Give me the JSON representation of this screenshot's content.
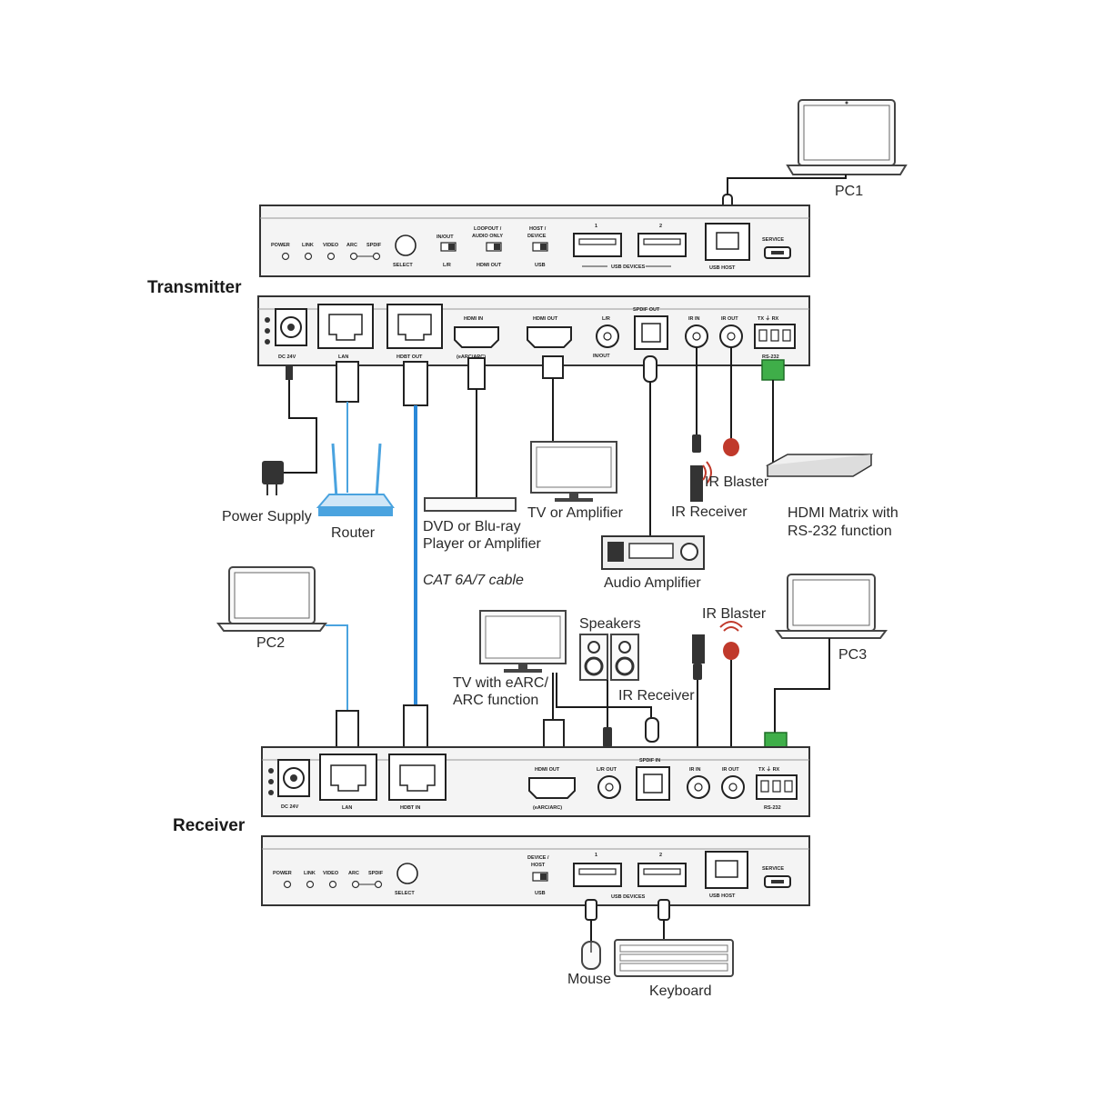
{
  "labels": {
    "transmitter": "Transmitter",
    "receiver": "Receiver",
    "pc1": "PC1",
    "pc2": "PC2",
    "pc3": "PC3",
    "power_supply": "Power Supply",
    "router": "Router",
    "dvd_line1": "DVD or Blu-ray",
    "dvd_line2": "Player or Amplifier",
    "tv_amp": "TV or Amplifier",
    "ir_receiver_tx": "IR Receiver",
    "ir_blaster_tx": "IR Blaster",
    "hdmi_matrix_line1": "HDMI Matrix with",
    "hdmi_matrix_line2": "RS-232 function",
    "audio_amp": "Audio Amplifier",
    "cat_cable": "CAT 6A/7 cable",
    "speakers": "Speakers",
    "ir_blaster_rx": "IR Blaster",
    "tv_earc_line1": "TV with eARC/",
    "tv_earc_line2": "ARC function",
    "ir_receiver_rx": "IR Receiver",
    "mouse": "Mouse",
    "keyboard": "Keyboard"
  },
  "tx_front": {
    "leds": [
      "POWER",
      "LINK",
      "VIDEO",
      "ARC",
      "SPDIF"
    ],
    "select": "SELECT",
    "switch1_top": "IN/OUT",
    "switch1_bottom": "L/R",
    "switch2_top1": "LOOPOUT /",
    "switch2_top2": "AUDIO ONLY",
    "switch2_bottom": "HDMI OUT",
    "switch3_top1": "HOST /",
    "switch3_top2": "DEVICE",
    "switch3_bottom": "USB",
    "usb1": "1",
    "usb2": "2",
    "usb_devices": "USB DEVICES",
    "usb_host": "USB HOST",
    "service": "SERVICE"
  },
  "tx_rear": {
    "dc": "DC 24V",
    "lan": "LAN",
    "hdbt_out": "HDBT OUT",
    "hdmi_in": "HDMI IN",
    "hdmi_in_sub": "(eARC/ARC)",
    "hdmi_out": "HDMI OUT",
    "lr_top": "L/R",
    "lr_bottom": "IN/OUT",
    "spdif_out": "SPDIF OUT",
    "ir_in": "IR IN",
    "ir_out": "IR OUT",
    "rs232_top": "TX  ⏚  RX",
    "rs232": "RS-232"
  },
  "rx_rear": {
    "dc": "DC 24V",
    "lan": "LAN",
    "hdbt_in": "HDBT IN",
    "hdmi_out": "HDMI OUT",
    "hdmi_out_sub": "(eARC/ARC)",
    "lr_out": "L/R OUT",
    "spdif_in": "SPDIF IN",
    "ir_in": "IR IN",
    "ir_out": "IR OUT",
    "rs232_top": "TX  ⏚  RX",
    "rs232": "RS-232"
  },
  "rx_front": {
    "leds": [
      "POWER",
      "LINK",
      "VIDEO",
      "ARC",
      "SPDIF"
    ],
    "select": "SELECT",
    "switch_top1": "DEVICE /",
    "switch_top2": "HOST",
    "switch_bottom": "USB",
    "usb1": "1",
    "usb2": "2",
    "usb_devices": "USB DEVICES",
    "usb_host": "USB HOST",
    "service": "SERVICE"
  },
  "colors": {
    "cat_cable": "#2a88d8",
    "usb_cable": "#4aa3df",
    "rs232_terminal": "#3fae49",
    "ir_blaster": "#c0392b"
  }
}
